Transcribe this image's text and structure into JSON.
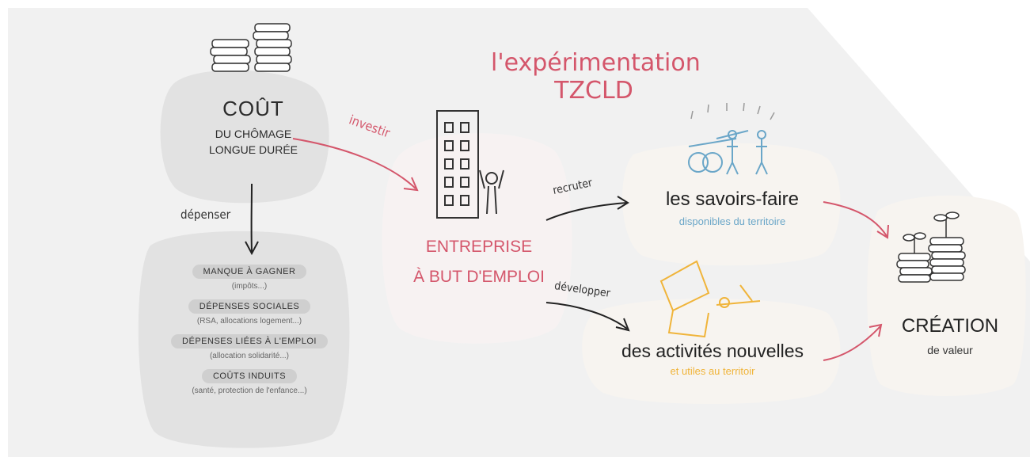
{
  "title": {
    "line1": "l'expérimentation",
    "line2": "TZCLD"
  },
  "cout": {
    "heading": "COÛT",
    "line1": "DU CHÔMAGE",
    "line2": "LONGUE DURÉE"
  },
  "arrows": {
    "investir": "investir",
    "depenser": "dépenser",
    "recruter": "recruter",
    "developper": "développer"
  },
  "costs": [
    {
      "pill": "MANQUE À GAGNER",
      "sub": "(impôts...)"
    },
    {
      "pill": "DÉPENSES SOCIALES",
      "sub": "(RSA, allocations logement...)"
    },
    {
      "pill": "DÉPENSES LIÉES À L'EMPLOI",
      "sub": "(allocation solidarité...)"
    },
    {
      "pill": "COÛTS INDUITS",
      "sub": "(santé, protection de l'enfance...)"
    }
  ],
  "entreprise": {
    "line1": "ENTREPRISE",
    "line2": "À BUT D'EMPLOI"
  },
  "savoirs": {
    "title": "les savoirs-faire",
    "sub": "disponibles du territoire"
  },
  "activites": {
    "title": "des activités nouvelles",
    "sub": "et utiles au territoir"
  },
  "creation": {
    "title": "CRÉATION",
    "sub": "de valeur"
  },
  "colors": {
    "accent": "#d4566b",
    "blue": "#6aa6c8",
    "orange": "#f0b43a",
    "panel": "#f2f2f2",
    "blob": "#e3e3e3"
  }
}
